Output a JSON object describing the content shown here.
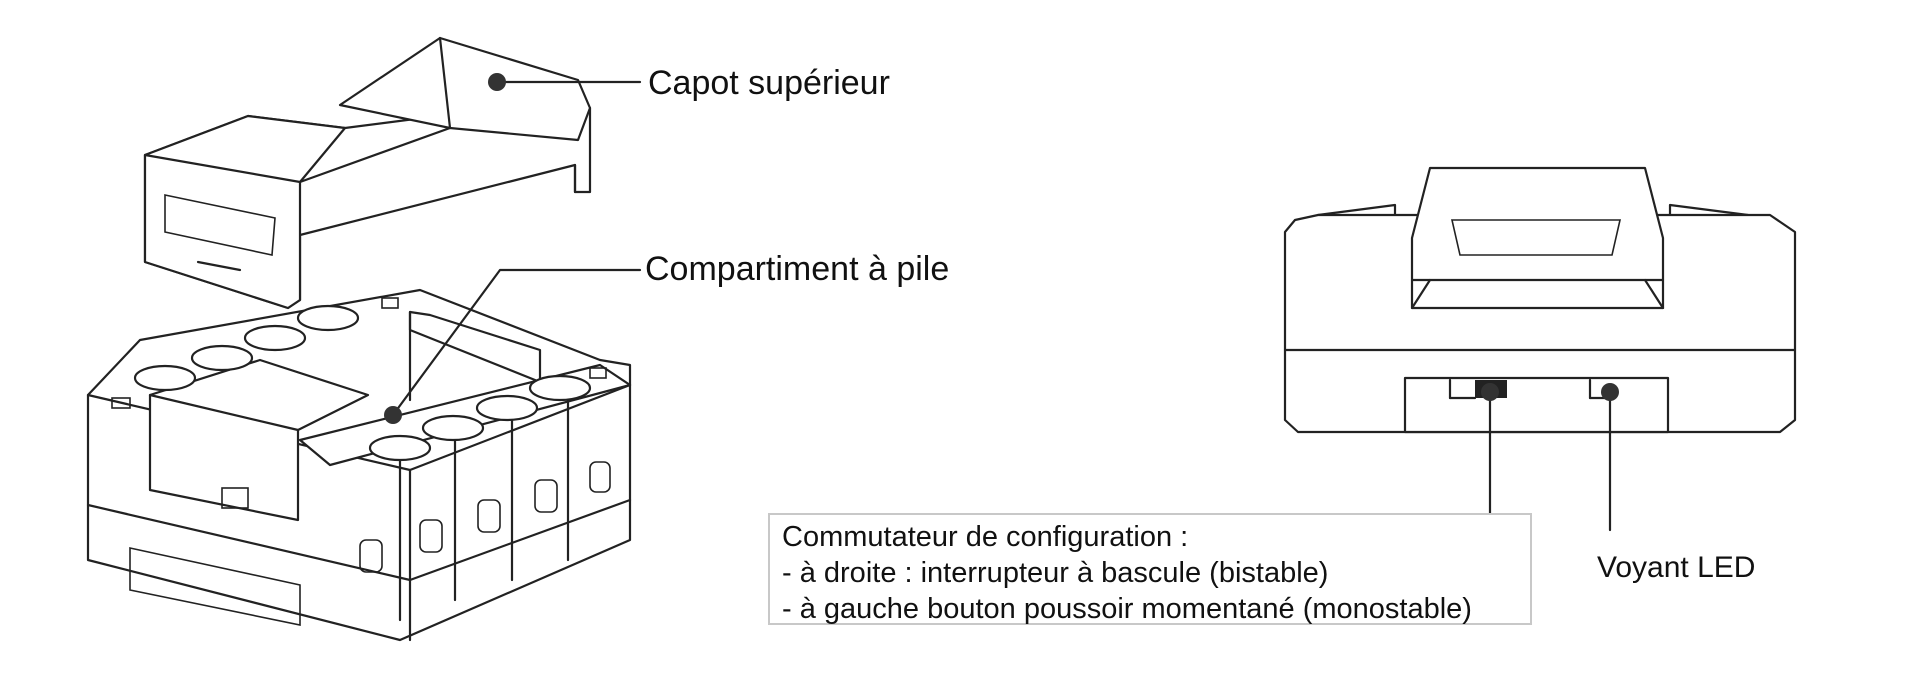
{
  "callouts": {
    "top_cover": "Capot supérieur",
    "battery_compartment": "Compartiment à pile",
    "led": "Voyant LED"
  },
  "config_switch": {
    "title": "Commutateur de configuration :",
    "right": "- à droite : interrupteur à bascule (bistable)",
    "left": "- à gauche bouton poussoir momentané (monostable)"
  },
  "colors": {
    "line": "#222222",
    "dot": "#333333",
    "box_border": "#c8c8c8",
    "background": "#ffffff"
  },
  "icons": [
    "top-cover-drawing",
    "device-base-drawing",
    "front-view-drawing"
  ]
}
